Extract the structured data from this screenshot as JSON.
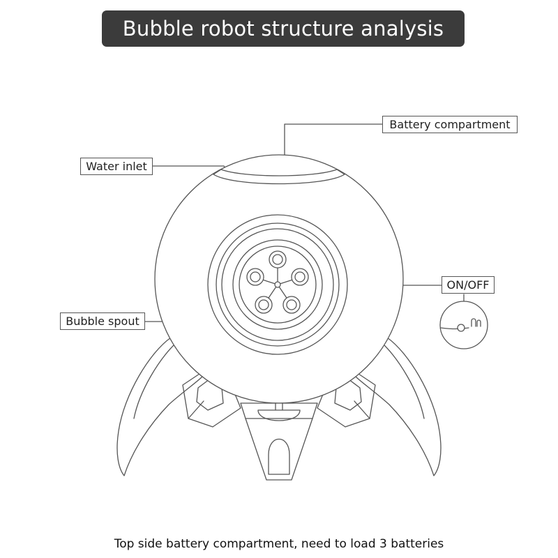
{
  "title": "Bubble robot structure analysis",
  "labels": {
    "battery": "Battery compartment",
    "water_inlet": "Water inlet",
    "on_off": "ON/OFF",
    "bubble_spout": "Bubble spout"
  },
  "caption": "Top side battery compartment, need to load 3 batteries",
  "colors": {
    "title_bg": "#3b3b3b",
    "line": "#555555"
  }
}
